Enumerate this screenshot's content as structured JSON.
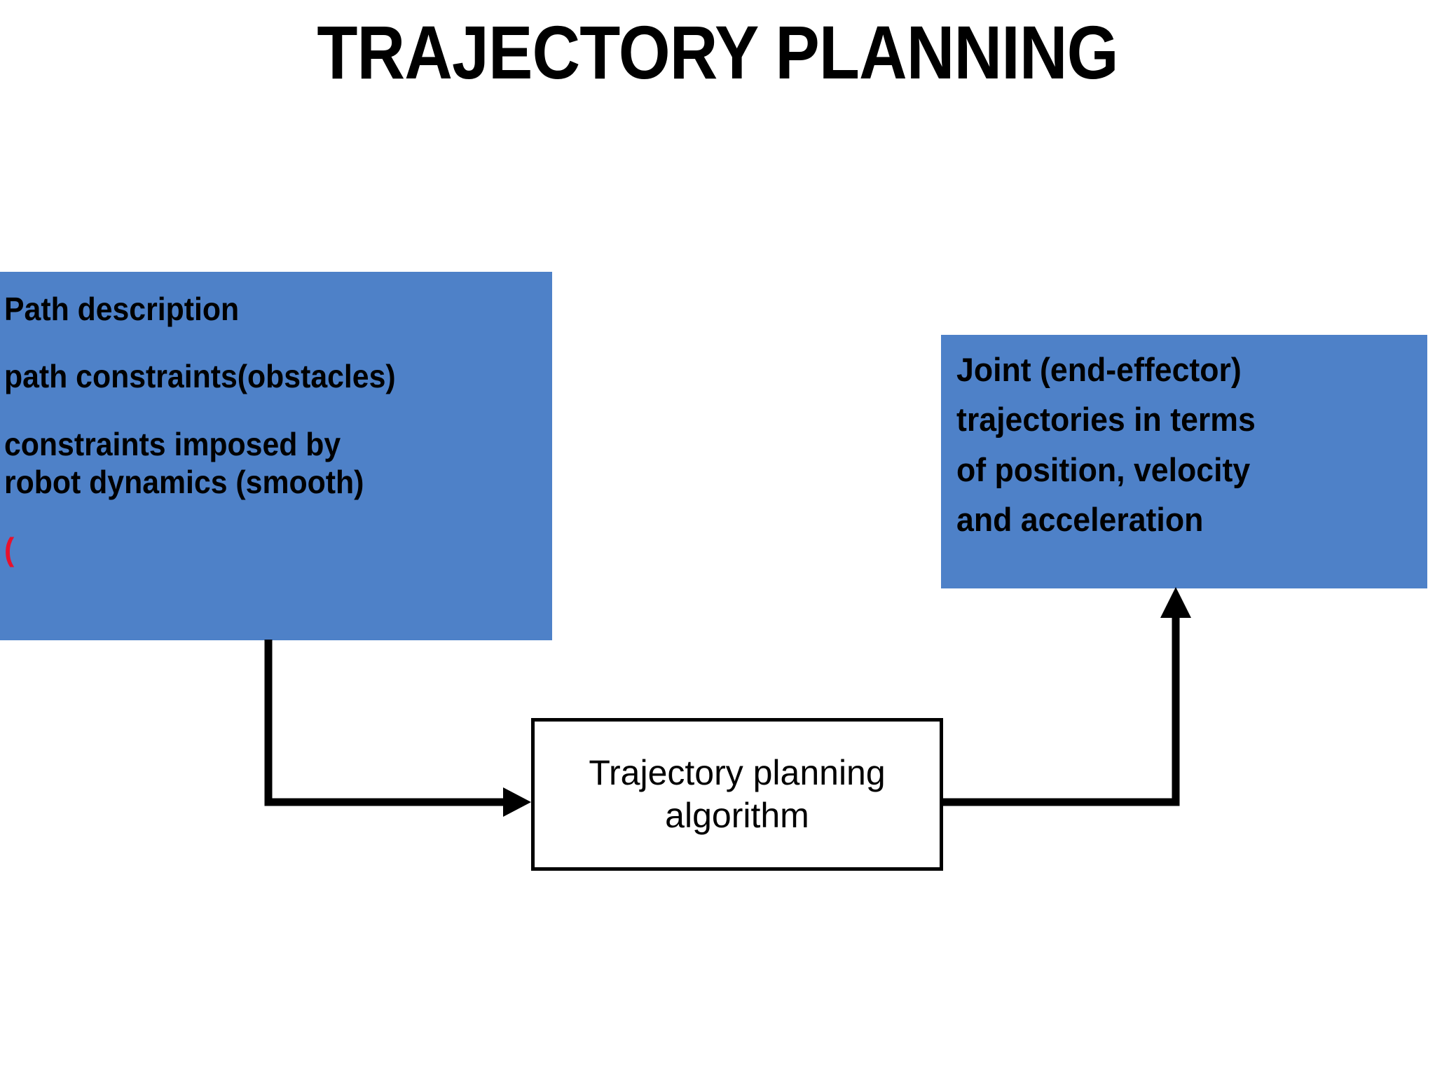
{
  "slide": {
    "title": "TRAJECTORY PLANNING",
    "background_color": "#FFFFFF",
    "accent_color": "#4E81C8",
    "red_color": "#E8112D",
    "line_color": "#000000"
  },
  "input_box": {
    "name": "inputs",
    "fill_color": "#4E81C8",
    "lines": [
      "Path description",
      "path constraints(obstacles)",
      "constraints imposed by",
      "robot dynamics (smooth)"
    ],
    "red_marker": "("
  },
  "process_box": {
    "name": "trajectory-planning-algorithm",
    "fill_color": "#FFFFFF",
    "border_color": "#000000",
    "line1": "Trajectory planning",
    "line2": "algorithm"
  },
  "output_box": {
    "name": "outputs",
    "fill_color": "#4E81C8",
    "lines": [
      "Joint (end-effector)",
      "trajectories in terms",
      "of position, velocity",
      "and acceleration"
    ]
  },
  "connectors": [
    {
      "name": "input-to-algorithm",
      "from": "input_box",
      "to": "process_box",
      "direction": "right",
      "arrowhead": "arrow-right"
    },
    {
      "name": "algorithm-to-output",
      "from": "process_box",
      "to": "output_box",
      "direction": "up",
      "arrowhead": "arrow-up"
    }
  ]
}
